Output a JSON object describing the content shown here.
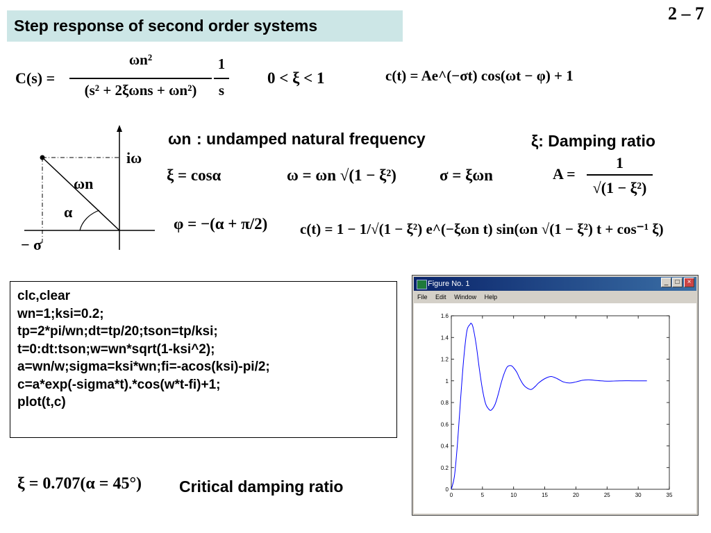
{
  "page": {
    "title": "Step response of second order systems",
    "number": "2 – 7"
  },
  "equations": {
    "transfer_lhs": "C(s) =",
    "transfer_num": "ωn²",
    "transfer_den": "(s² + 2ξωns + ωn²)",
    "transfer_frac_num": "1",
    "transfer_frac_den": "s",
    "xi_range": "0 < ξ < 1",
    "ct_form": "c(t) = Ae^(−σt) cos(ωt − φ) + 1",
    "wn_label": "ωn",
    "wn_desc": ": undamped  natural frequency",
    "xi_label": "ξ: Damping ratio",
    "xi_cos": "ξ = cosα",
    "omega_eq": "ω = ωn √(1 − ξ²)",
    "sigma_eq": "σ = ξωn",
    "A_lhs": "A =",
    "A_num": "1",
    "A_den": "√(1 − ξ²)",
    "phi_eq": "φ = −(α + π/2)",
    "ct_full": "c(t) = 1 − 1/√(1 − ξ²) e^(−ξωn t) sin(ωn √(1 − ξ²) t + cos⁻¹ ξ)",
    "critical_eq": "ξ = 0.707(α = 45°)",
    "critical_label": "Critical damping ratio"
  },
  "diagram": {
    "i_omega": "iω",
    "omega_n": "ωn",
    "alpha": "α",
    "minus_sigma": "− σ"
  },
  "code_lines": [
    "clc,clear",
    "wn=1;ksi=0.2;",
    "tp=2*pi/wn;dt=tp/20;tson=tp/ksi;",
    "t=0:dt:tson;w=wn*sqrt(1-ksi^2);",
    "a=wn/w;sigma=ksi*wn;fi=-acos(ksi)-pi/2;",
    "c=a*exp(-sigma*t).*cos(w*t-fi)+1;",
    "plot(t,c)"
  ],
  "figure_window": {
    "title": "Figure No. 1",
    "menu": [
      "File",
      "Edit",
      "Window",
      "Help"
    ],
    "buttons": [
      "_",
      "□",
      "×"
    ]
  },
  "chart_data": {
    "type": "line",
    "title": "",
    "xlabel": "",
    "ylabel": "",
    "xlim": [
      0,
      35
    ],
    "ylim": [
      0,
      1.6
    ],
    "xticks": [
      "0",
      "5",
      "10",
      "15",
      "20",
      "25",
      "30",
      "35"
    ],
    "yticks": [
      "0",
      "0.2",
      "0.4",
      "0.6",
      "0.8",
      "1",
      "1.2",
      "1.4",
      "1.6"
    ],
    "series": [
      {
        "color": "#0000ff",
        "x": [
          0,
          0.5,
          1.0,
          1.5,
          2.0,
          2.5,
          3.0,
          3.2,
          3.5,
          4.0,
          4.5,
          5.0,
          5.5,
          6.0,
          6.4,
          7.0,
          7.5,
          8.0,
          8.5,
          9.0,
          9.6,
          10.0,
          10.5,
          11.0,
          11.5,
          12.0,
          12.8,
          13.5,
          14.0,
          15.0,
          16.0,
          17.0,
          18.0,
          19.0,
          20.0,
          21.0,
          22.0,
          23.0,
          24.0,
          25.0,
          26.0,
          27.0,
          28.0,
          29.0,
          30.0,
          31.4
        ],
        "y": [
          0,
          0.12,
          0.43,
          0.84,
          1.21,
          1.46,
          1.52,
          1.53,
          1.49,
          1.33,
          1.11,
          0.92,
          0.79,
          0.74,
          0.73,
          0.78,
          0.87,
          0.98,
          1.07,
          1.13,
          1.14,
          1.12,
          1.08,
          1.02,
          0.97,
          0.94,
          0.92,
          0.95,
          0.98,
          1.02,
          1.04,
          1.02,
          0.99,
          0.98,
          0.99,
          1.005,
          1.01,
          1.005,
          1.0,
          0.997,
          0.998,
          1.0,
          1.001,
          1.0,
          1.0,
          1.0
        ]
      }
    ]
  }
}
